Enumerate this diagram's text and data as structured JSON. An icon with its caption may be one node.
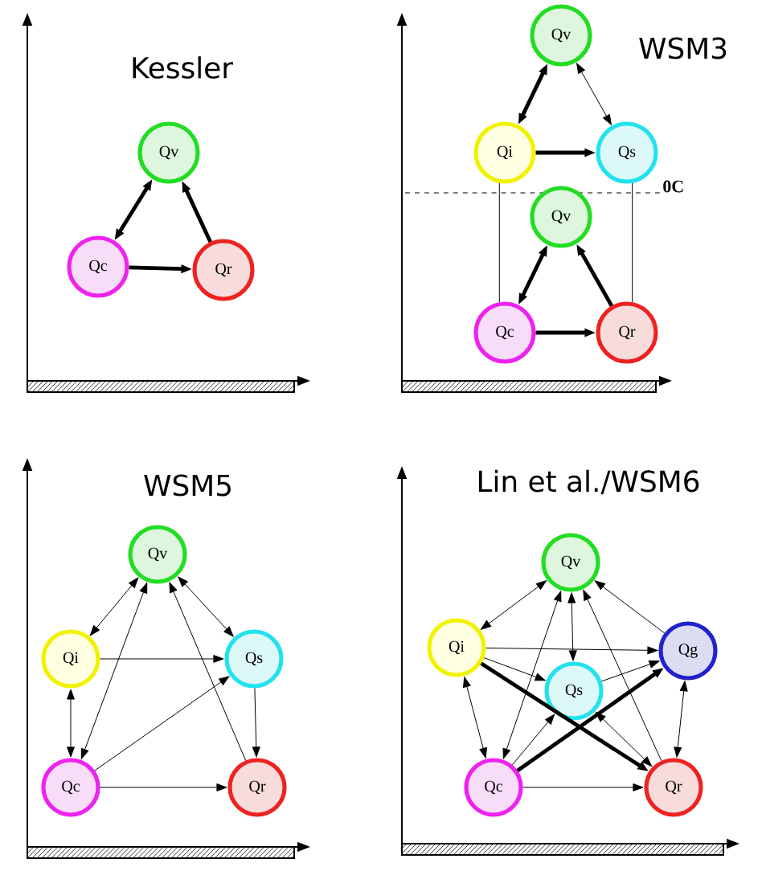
{
  "diagram": {
    "nodes": [
      {
        "text": [
          "Qv"
        ]
      },
      {
        "text": [
          "Qc"
        ]
      },
      {
        "text": [
          "Qr"
        ]
      },
      {
        "text": [
          "Qv"
        ]
      },
      {
        "text": [
          "Qi"
        ]
      },
      {
        "text": [
          "Qs"
        ]
      },
      {
        "text": [
          "Qv"
        ]
      },
      {
        "text": [
          "Qc"
        ]
      },
      {
        "text": [
          "Qr"
        ]
      },
      {
        "text": [
          "Qv"
        ]
      },
      {
        "text": [
          "Qi"
        ]
      },
      {
        "text": [
          "Qs"
        ]
      },
      {
        "text": [
          "Qc"
        ]
      },
      {
        "text": [
          "Qr"
        ]
      },
      {
        "text": [
          "Qv"
        ]
      },
      {
        "text": [
          "Qi"
        ]
      },
      {
        "text": [
          "Qg"
        ]
      },
      {
        "text": [
          "Qs"
        ]
      },
      {
        "text": [
          "Qc"
        ]
      },
      {
        "text": [
          "Qr"
        ]
      }
    ],
    "edges": [
      {
        "from": 1,
        "to": 0,
        "arrow": "both",
        "style": "thick"
      },
      {
        "from": 2,
        "to": 0,
        "arrow": "to",
        "style": "thick"
      },
      {
        "from": 1,
        "to": 2,
        "arrow": "to",
        "style": "thick"
      },
      {
        "from": 3,
        "to": 4,
        "arrow": "both",
        "style": "thick"
      },
      {
        "from": 3,
        "to": 5,
        "arrow": "both"
      },
      {
        "from": 4,
        "to": 5,
        "arrow": "to",
        "style": "thick"
      },
      {
        "from": 7,
        "to": 6,
        "arrow": "both",
        "style": "thick"
      },
      {
        "from": 8,
        "to": 6,
        "arrow": "to",
        "style": "thick"
      },
      {
        "from": 7,
        "to": 8,
        "arrow": "to",
        "style": "thick"
      },
      {
        "from": 4,
        "to": 7,
        "arrow": "none"
      },
      {
        "from": 5,
        "to": 8,
        "arrow": "none"
      },
      {
        "from": 9,
        "to": 10,
        "arrow": "both"
      },
      {
        "from": 9,
        "to": 11,
        "arrow": "both"
      },
      {
        "from": 10,
        "to": 11,
        "arrow": "to"
      },
      {
        "from": 10,
        "to": 12,
        "arrow": "both"
      },
      {
        "from": 12,
        "to": 9,
        "arrow": "both"
      },
      {
        "from": 12,
        "to": 11,
        "arrow": "to"
      },
      {
        "from": 13,
        "to": 9,
        "arrow": "to"
      },
      {
        "from": 11,
        "to": 13,
        "arrow": "to"
      },
      {
        "from": 12,
        "to": 13,
        "arrow": "to"
      },
      {
        "from": 14,
        "to": 15,
        "arrow": "both"
      },
      {
        "from": 16,
        "to": 14,
        "arrow": "to"
      },
      {
        "from": 14,
        "to": 17,
        "arrow": "both"
      },
      {
        "from": 15,
        "to": 16,
        "arrow": "to"
      },
      {
        "from": 15,
        "to": 17,
        "arrow": "to"
      },
      {
        "from": 15,
        "to": 19,
        "arrow": "to",
        "style": "thick"
      },
      {
        "from": 15,
        "to": 18,
        "arrow": "both"
      },
      {
        "from": 18,
        "to": 14,
        "arrow": "both"
      },
      {
        "from": 18,
        "to": 17,
        "arrow": "to"
      },
      {
        "from": 18,
        "to": 16,
        "arrow": "to",
        "style": "thick"
      },
      {
        "from": 17,
        "to": 16,
        "arrow": "to"
      },
      {
        "from": 17,
        "to": 19,
        "arrow": "both"
      },
      {
        "from": 19,
        "to": 14,
        "arrow": "to"
      },
      {
        "from": 16,
        "to": 19,
        "arrow": "both"
      },
      {
        "from": 18,
        "to": 19,
        "arrow": "to"
      }
    ],
    "labels": [
      "Kessler",
      "WSM3",
      "0C",
      "WSM5",
      "Lin et al./WSM6"
    ]
  }
}
